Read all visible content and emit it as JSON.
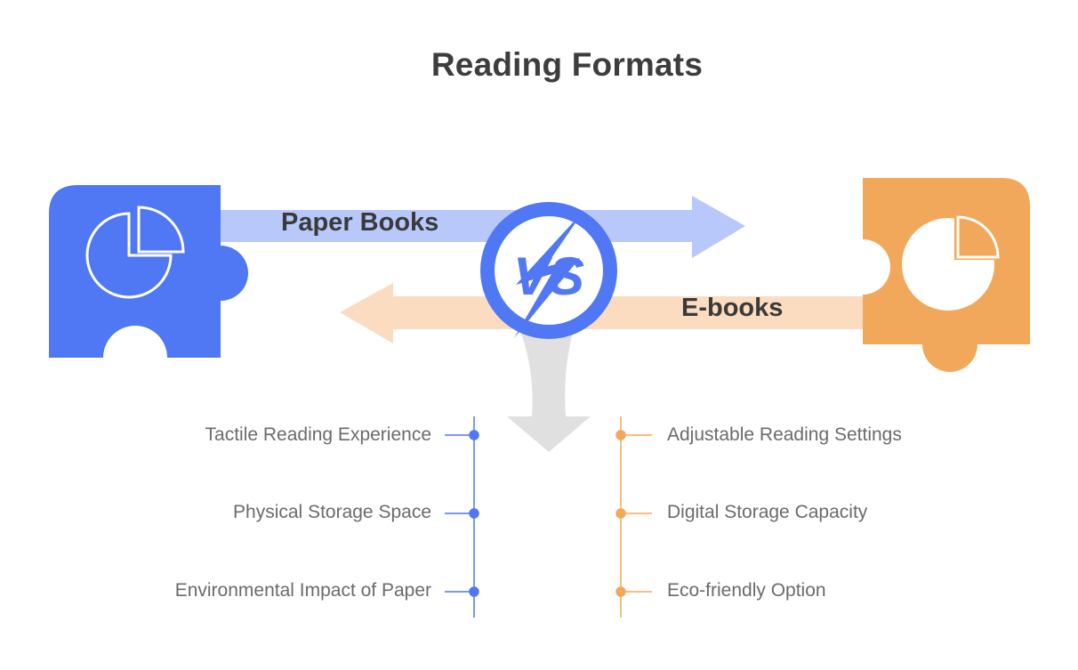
{
  "title": "Reading Formats",
  "vs_badge": "VS",
  "colors": {
    "blue": "#5077f4",
    "blue_light": "#b8c8fb",
    "orange": "#f2a85a",
    "orange_light": "#fbdcc0",
    "gray_arrow": "#e0e0e0",
    "text": "#6b6b6b",
    "title": "#3d3d3d"
  },
  "left": {
    "label": "Paper Books",
    "icon": "pie-chart-icon",
    "items": [
      "Tactile Reading Experience",
      "Physical Storage Space",
      "Environmental Impact of Paper"
    ]
  },
  "right": {
    "label": "E-books",
    "icon": "pie-chart-icon",
    "items": [
      "Adjustable Reading Settings",
      "Digital Storage Capacity",
      "Eco-friendly Option"
    ]
  }
}
